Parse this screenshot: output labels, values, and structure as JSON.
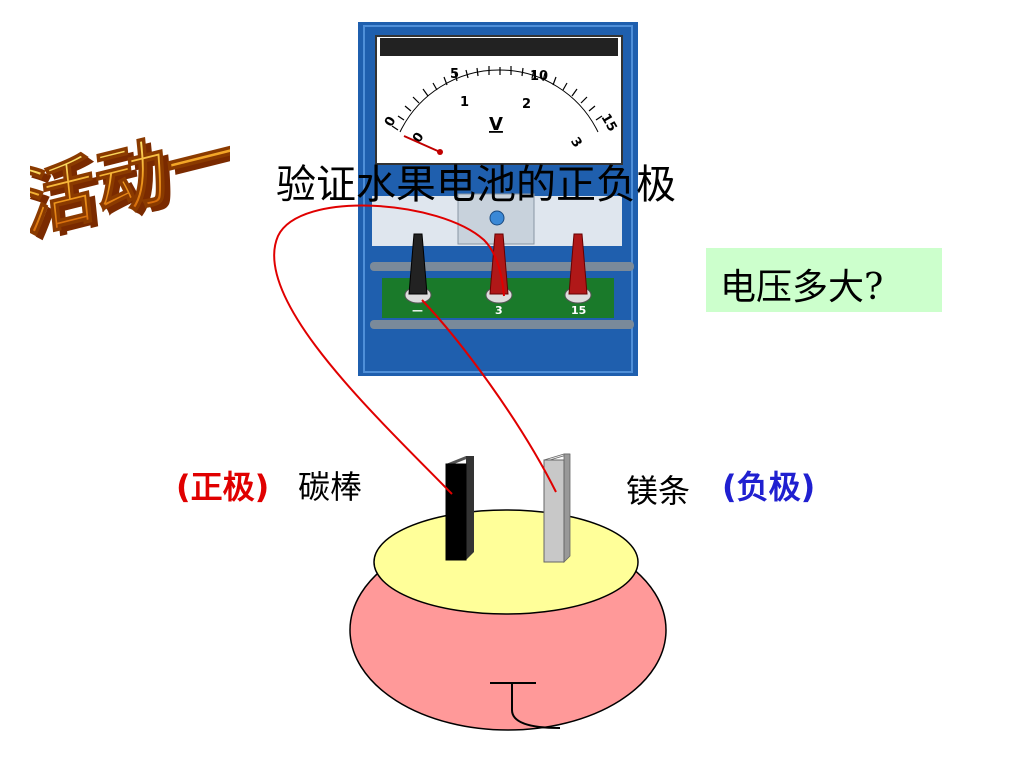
{
  "slide": {
    "activity_title": "活动一:",
    "main_title": "验证水果电池的正负极",
    "question": "电压多大?"
  },
  "voltmeter": {
    "unit_label": "V",
    "outer_scale": [
      "0",
      "5",
      "10",
      "15"
    ],
    "inner_scale": [
      "0",
      "1",
      "2",
      "3"
    ],
    "terminals": [
      "—",
      "3",
      "15"
    ]
  },
  "electrodes": {
    "positive_tag": "(正极)",
    "carbon_label": "碳棒",
    "magnesium_label": "镁条",
    "negative_tag": "(负极)"
  },
  "colors": {
    "wire": "#e00000",
    "positive": "#e00000",
    "negative": "#2020d0",
    "fruit_body": "#ff9999",
    "fruit_top": "#ffff99",
    "meter_case": "#1f5fae",
    "terminal_board": "#1a7a2a",
    "question_bg": "#ccffcc"
  }
}
